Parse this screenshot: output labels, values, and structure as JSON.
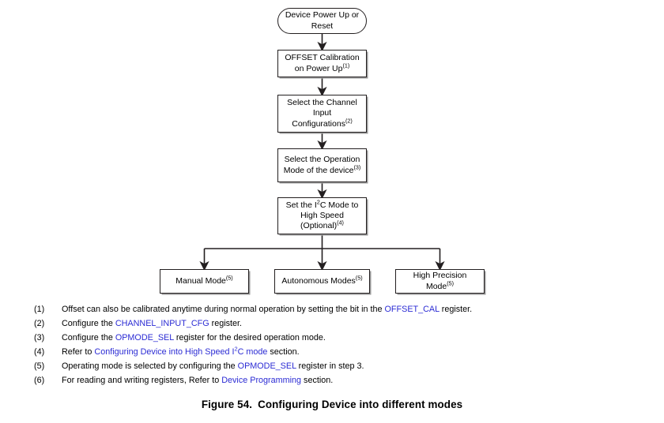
{
  "figure": {
    "caption_label": "Figure 54.",
    "caption_title": "Configuring Device into different modes"
  },
  "flow": {
    "type": "flowchart",
    "orientation": "top-down",
    "nodes": [
      {
        "id": "start",
        "shape": "stadium",
        "lines": [
          "Device Power Up or",
          "Reset"
        ],
        "note": ""
      },
      {
        "id": "offset",
        "shape": "process",
        "lines": [
          "OFFSET Calibration",
          "on Power Up"
        ],
        "note": "1"
      },
      {
        "id": "channel",
        "shape": "process",
        "lines": [
          "Select the Channel",
          "Input",
          "Configurations"
        ],
        "note": "2"
      },
      {
        "id": "opmode",
        "shape": "process",
        "lines": [
          "Select the Operation",
          "Mode of the device"
        ],
        "note": "3"
      },
      {
        "id": "i2c",
        "shape": "process",
        "lines": [
          "Set the I2C Mode to",
          "High Speed",
          "(Optional)"
        ],
        "note": "4"
      },
      {
        "id": "manual",
        "shape": "process",
        "lines": [
          "Manual Mode"
        ],
        "note": "5"
      },
      {
        "id": "auto",
        "shape": "process",
        "lines": [
          "Autonomous Modes"
        ],
        "note": "5"
      },
      {
        "id": "highprec",
        "shape": "process",
        "lines": [
          "High Precision",
          "Mode"
        ],
        "note": "5"
      }
    ],
    "labels": {
      "start_l1": "Device Power Up or",
      "start_l2": "Reset",
      "offset_l1": "OFFSET Calibration",
      "offset_l2": "on Power Up",
      "offset_sup": "(1)",
      "channel_l1": "Select the Channel",
      "channel_l2": "Input",
      "channel_l3": "Configurations",
      "channel_sup": "(2)",
      "opmode_l1": "Select the Operation",
      "opmode_l2": "Mode of the device",
      "opmode_sup": "(3)",
      "i2c_pre": "Set the I",
      "i2c_sup2": "2",
      "i2c_post": "C Mode to",
      "i2c_l2": "High Speed",
      "i2c_l3": "(Optional)",
      "i2c_sup": "(4)",
      "manual": "Manual Mode",
      "manual_sup": "(5)",
      "auto": "Autonomous Modes",
      "auto_sup": "(5)",
      "hp_l1": "High Precision",
      "hp_l2": "Mode",
      "hp_sup": "(5)"
    }
  },
  "footnotes": [
    {
      "num": "(1)",
      "pre": "Offset can also be calibrated anytime during normal operation by setting the bit in the ",
      "link": "OFFSET_CAL",
      "post": " register."
    },
    {
      "num": "(2)",
      "pre": "Configure the ",
      "link": "CHANNEL_INPUT_CFG",
      "post": " register."
    },
    {
      "num": "(3)",
      "pre": "Configure the ",
      "link": "OPMODE_SEL",
      "post": " register for the desired operation mode."
    },
    {
      "num": "(4)",
      "pre": "Refer to ",
      "link": "Configuring Device into High Speed I2C mode",
      "link_parts": {
        "a": "Configuring Device into High Speed I",
        "sup": "2",
        "b": "C mode"
      },
      "post": " section."
    },
    {
      "num": "(5)",
      "pre": "Operating mode is selected by configuring the ",
      "link": "OPMODE_SEL",
      "post": " register in step 3."
    },
    {
      "num": "(6)",
      "pre": "For reading and writing registers, Refer to ",
      "link": "Device Programming",
      "post": " section."
    }
  ],
  "colors": {
    "link": "#2b2bd4",
    "stroke": "#231f20",
    "shadow": "#9a9a9a",
    "background": "#ffffff"
  }
}
